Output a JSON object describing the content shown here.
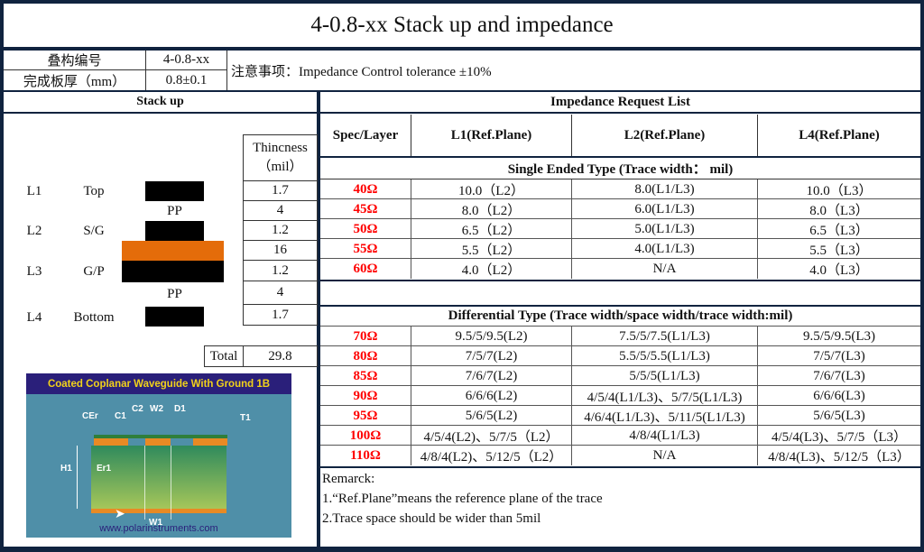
{
  "title": "4-0.8-xx Stack up and impedance",
  "info": {
    "stack_no_label": "叠构编号",
    "stack_no_value": "4-0.8-xx",
    "thickness_label": "完成板厚（mm）",
    "thickness_value": "0.8±0.1",
    "note": "注意事项：Impedance Control tolerance ±10%"
  },
  "stackup": {
    "header": "Stack  up",
    "thickness_header_line1": "Thincness",
    "thickness_header_line2": "（mil）",
    "layers": [
      {
        "id": "L1",
        "name": "Top"
      },
      {
        "id": "L2",
        "name": "S/G"
      },
      {
        "id": "L3",
        "name": "G/P"
      },
      {
        "id": "L4",
        "name": "Bottom"
      }
    ],
    "pp_label_1": "PP",
    "pp_label_2": "PP",
    "thicknesses": [
      "1.7",
      "4",
      "1.2",
      "16",
      "1.2",
      "4",
      "1.7"
    ],
    "total_label": "Total",
    "total_value": "29.8",
    "colors": {
      "copper": "#000000",
      "core": "#e46c0a"
    }
  },
  "diagram": {
    "title": "Coated Coplanar Waveguide With Ground 1B",
    "labels": {
      "cer": "CEr",
      "c1": "C1",
      "c2": "C2",
      "w2": "W2",
      "d1": "D1",
      "t1": "T1",
      "h1": "H1",
      "er1": "Er1",
      "w1": "W1"
    },
    "url": "www.polarinstruments.com"
  },
  "impedance": {
    "header": "Impedance Request List",
    "columns": [
      "Spec/Layer",
      "L1(Ref.Plane)",
      "L2(Ref.Plane)",
      "L4(Ref.Plane)"
    ],
    "single_header": "Single Ended Type (Trace width： mil)",
    "single_rows": [
      {
        "spec": "40Ω",
        "l1": "10.0（L2）",
        "l2": "8.0(L1/L3)",
        "l4": "10.0（L3）"
      },
      {
        "spec": "45Ω",
        "l1": "8.0（L2）",
        "l2": "6.0(L1/L3)",
        "l4": "8.0（L3）"
      },
      {
        "spec": "50Ω",
        "l1": "6.5（L2）",
        "l2": "5.0(L1/L3)",
        "l4": "6.5（L3）"
      },
      {
        "spec": "55Ω",
        "l1": "5.5（L2）",
        "l2": "4.0(L1/L3)",
        "l4": "5.5（L3）"
      },
      {
        "spec": "60Ω",
        "l1": "4.0（L2）",
        "l2": "N/A",
        "l4": "4.0（L3）"
      }
    ],
    "diff_header": "Differential Type (Trace width/space width/trace width:mil)",
    "diff_rows": [
      {
        "spec": "70Ω",
        "l1": "9.5/5/9.5(L2)",
        "l2": "7.5/5/7.5(L1/L3)",
        "l4": "9.5/5/9.5(L3)"
      },
      {
        "spec": "80Ω",
        "l1": "7/5/7(L2)",
        "l2": "5.5/5/5.5(L1/L3)",
        "l4": "7/5/7(L3)"
      },
      {
        "spec": "85Ω",
        "l1": "7/6/7(L2)",
        "l2": "5/5/5(L1/L3)",
        "l4": "7/6/7(L3)"
      },
      {
        "spec": "90Ω",
        "l1": "6/6/6(L2)",
        "l2": "4/5/4(L1/L3)、5/7/5(L1/L3)",
        "l4": "6/6/6(L3)"
      },
      {
        "spec": "95Ω",
        "l1": "5/6/5(L2)",
        "l2": "4/6/4(L1/L3)、5/11/5(L1/L3)",
        "l4": "5/6/5(L3)"
      },
      {
        "spec": "100Ω",
        "l1": "4/5/4(L2)、5/7/5（L2）",
        "l2": "4/8/4(L1/L3)",
        "l4": "4/5/4(L3)、5/7/5（L3）"
      },
      {
        "spec": "110Ω",
        "l1": "4/8/4(L2)、5/12/5（L2）",
        "l2": "N/A",
        "l4": "4/8/4(L3)、5/12/5（L3）"
      }
    ],
    "spec_color": "#ff0000"
  },
  "remarks": {
    "title": "Remarck:",
    "items": [
      "1.“Ref.Plane”means the reference plane of the trace",
      "2.Trace space should be wider than 5mil"
    ]
  }
}
